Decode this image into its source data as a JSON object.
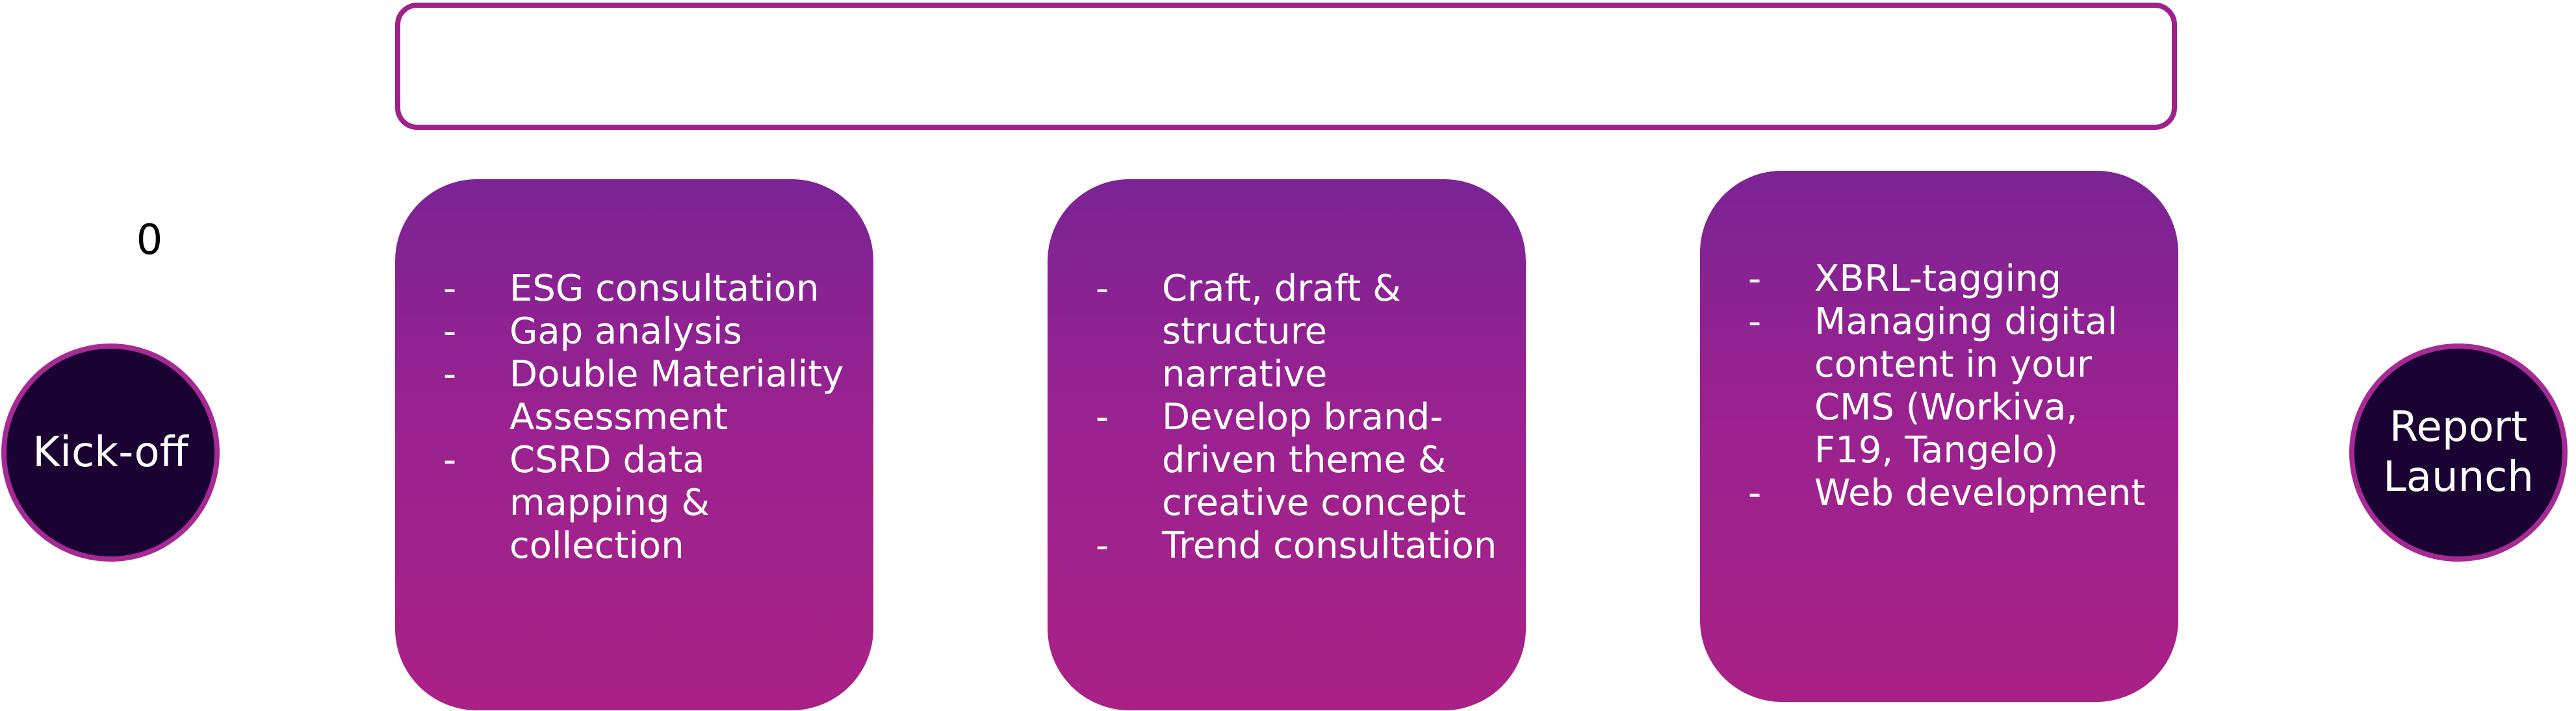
{
  "start_label": "Kick-off",
  "end_label": "Report Launch",
  "step_number": "0",
  "colors": {
    "accent": "#a0218c",
    "circle_fill": "#1a0333",
    "card_top": "#7b2395",
    "card_bottom": "#aa2186"
  },
  "cards": [
    {
      "items": [
        "ESG consultation",
        "Gap analysis",
        "Double Materiality Assessment",
        "CSRD data mapping & collection"
      ]
    },
    {
      "items": [
        "Craft, draft & structure narrative",
        "Develop brand-driven theme & creative concept",
        "Trend consultation"
      ]
    },
    {
      "items": [
        "XBRL-tagging",
        "Managing digital content in your CMS (Workiva, F19, Tangelo)",
        "Web development"
      ]
    }
  ]
}
